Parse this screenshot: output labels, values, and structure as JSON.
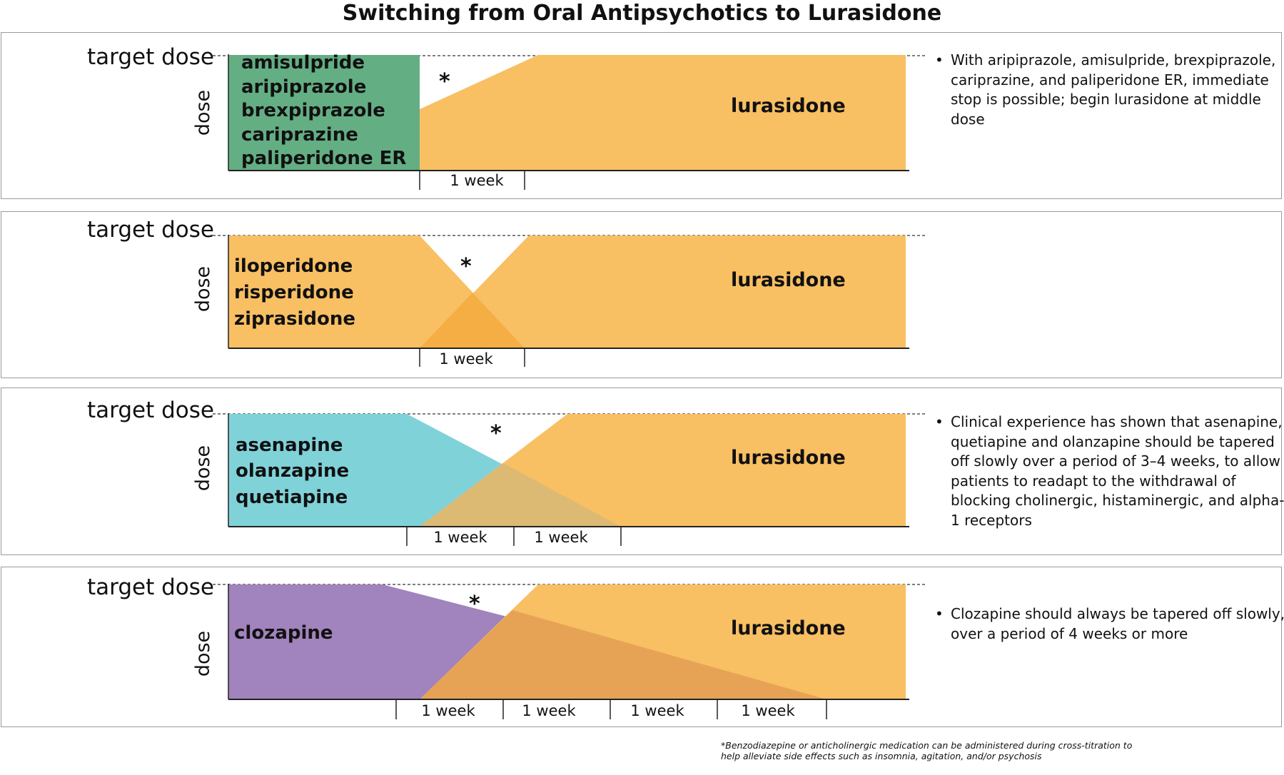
{
  "title": "Switching from Oral Antipsychotics to Lurasidone",
  "labels": {
    "target_dose": "target dose",
    "dose": "dose",
    "lurasidone": "lurasidone",
    "asterisk": "*",
    "bullet": "•"
  },
  "colors": {
    "lurasidone": "#F9BF63",
    "green": "#64AE84",
    "orange_prev": "#F9BF63",
    "overlap_orange": "#F5AE43",
    "teal": "#80D2D9",
    "teal_overlap": "#DDBA73",
    "purple": "#A183BD",
    "purple_overlap": "#E7A355"
  },
  "panels": [
    {
      "id": "panel-1",
      "drugs": [
        "amisulpride",
        "aripiprazole",
        "brexpiprazole",
        "cariprazine",
        "paliperidone ER"
      ],
      "drug_color": "#64AE84",
      "weeks": [
        "1 week"
      ],
      "note": "With aripiprazole, amisulpride, brexpiprazole, cariprazine, and paliperidone ER, immediate stop is possible; begin lurasidone at middle dose"
    },
    {
      "id": "panel-2",
      "drugs": [
        "iloperidone",
        "risperidone",
        "ziprasidone"
      ],
      "drug_color": "#F9BF63",
      "weeks": [
        "1 week"
      ],
      "note": ""
    },
    {
      "id": "panel-3",
      "drugs": [
        "asenapine",
        "olanzapine",
        "quetiapine"
      ],
      "drug_color": "#80D2D9",
      "weeks": [
        "1 week",
        "1 week"
      ],
      "note": "Clinical experience has shown that asenapine, quetiapine and olanzapine should be tapered off slowly over a period of 3–4 weeks, to allow patients to readapt to the withdrawal of blocking cholinergic, histaminergic, and alpha-1 receptors"
    },
    {
      "id": "panel-4",
      "drugs": [
        "clozapine"
      ],
      "drug_color": "#A183BD",
      "weeks": [
        "1 week",
        "1 week",
        "1 week",
        "1 week"
      ],
      "note": "Clozapine should always be tapered off slowly, over a period of 4 weeks or more"
    }
  ],
  "footnote": {
    "line1": "*Benzodiazepine or anticholinergic medication can be administered during cross-titration to",
    "line2": "help alleviate side effects such as insomnia, agitation, and/or psychosis"
  }
}
